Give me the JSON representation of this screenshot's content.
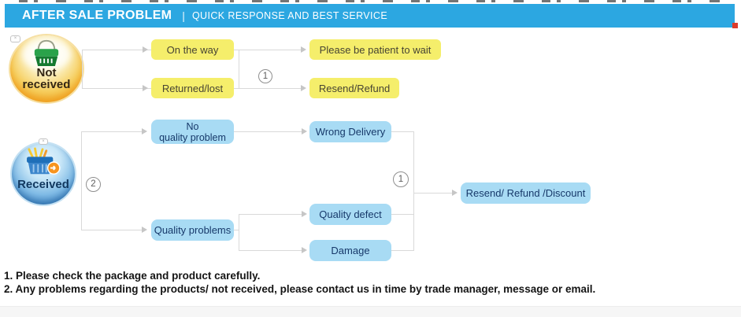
{
  "header": {
    "title": "AFTER SALE PROBLEM",
    "separator": "|",
    "subtitle": "QUICK RESPONSE AND BEST SERVICE"
  },
  "sources": {
    "not_received": {
      "line1": "Not",
      "line2": "received",
      "icon": "green-shopping-basket"
    },
    "received": {
      "label": "Received",
      "icon": "blue-shopping-basket-with-badge"
    }
  },
  "steps": {
    "not_received_branch": "1",
    "received_branch": "2",
    "resolution_branch": "1"
  },
  "boxes": {
    "on_the_way": "On the way",
    "returned_lost": "Returned/lost",
    "please_wait": "Please be patient to wait",
    "resend_refund": "Resend/Refund",
    "no_quality_problem_line1": "No",
    "no_quality_problem_line2": "quality problem",
    "quality_problems": "Quality problems",
    "wrong_delivery": "Wrong Delivery",
    "quality_defect": "Quality defect",
    "damage": "Damage",
    "resend_refund_discount": "Resend/ Refund /Discount"
  },
  "notes": [
    "1. Please check the package and product carefully.",
    "2. Any problems regarding the products/ not received, please contact us in time by trade manager, message or email."
  ],
  "colors": {
    "header_bg": "#2CA7E1",
    "yellow_box": "#F5EE6B",
    "blue_box": "#A8DBF4",
    "connector": "#D9D9D9",
    "accent_red": "#DD3C2B"
  }
}
